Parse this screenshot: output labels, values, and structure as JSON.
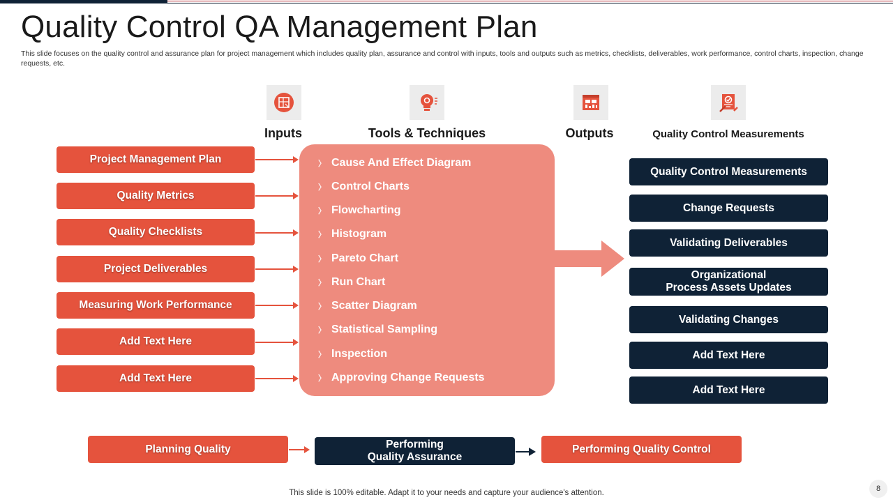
{
  "title": "Quality Control QA Management Plan",
  "subtitle": "This slide focuses on the quality control and assurance plan for project management which includes quality plan, assurance and control with inputs, tools and outputs such as metrics, checklists, deliverables, work performance, control charts, inspection, change requests, etc.",
  "columns": {
    "inputs": "Inputs",
    "tools": "Tools & Techniques",
    "outputs": "Outputs",
    "measurements": "Quality  Control Measurements"
  },
  "icons": {
    "inputs": "blueprint-icon",
    "tools": "lightbulb-gear-icon",
    "outputs": "dashboard-chart-icon",
    "measurements": "checklist-pen-icon"
  },
  "inputs": [
    "Project Management Plan",
    "Quality Metrics",
    "Quality  Checklists",
    "Project Deliverables",
    "Measuring Work Performance",
    "Add  Text Here",
    "Add  Text Here"
  ],
  "tools": [
    "Cause And Effect Diagram",
    "Control Charts",
    "Flowcharting",
    "Histogram",
    "Pareto Chart",
    "Run Chart",
    "Scatter Diagram",
    "Statistical  Sampling",
    "Inspection",
    "Approving Change Requests"
  ],
  "outputs": [
    [
      "Quality Control Measurements"
    ],
    [
      "Change Requests"
    ],
    [
      "Validating Deliverables"
    ],
    [
      "Organizational",
      "Process Assets Updates"
    ],
    [
      "Validating Changes"
    ],
    [
      "Add Text Here"
    ],
    [
      "Add Text Here"
    ]
  ],
  "process": {
    "planning": "Planning Quality",
    "assurance_line1": "Performing",
    "assurance_line2": "Quality Assurance",
    "control": "Performing Quality Control"
  },
  "footer": "This slide is 100% editable. Adapt it to your needs and capture your audience's attention.",
  "page_number": "8",
  "colors": {
    "accent_red": "#e5533d",
    "tools_fill": "#ee8b7e",
    "navy": "#0f2236"
  }
}
